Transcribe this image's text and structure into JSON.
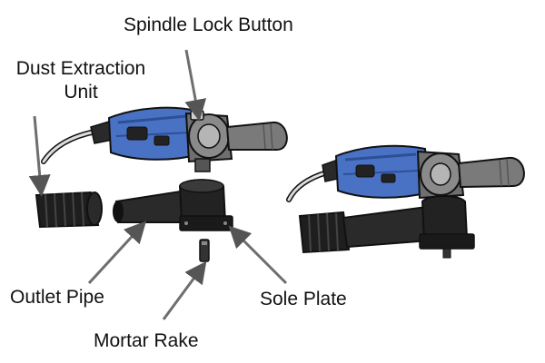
{
  "labels": {
    "spindle_lock_button": "Spindle Lock Button",
    "dust_extraction_line1": "Dust Extraction",
    "dust_extraction_line2": "Unit",
    "outlet_pipe": "Outlet Pipe",
    "sole_plate": "Sole Plate",
    "mortar_rake": "Mortar Rake"
  },
  "colors": {
    "tool_blue": "#4a72c4",
    "tool_blue_dark": "#2d4f96",
    "tool_grey": "#7a7a7a",
    "tool_black": "#222222",
    "pointer_grey": "#6e6e6e",
    "outline": "#111111"
  }
}
